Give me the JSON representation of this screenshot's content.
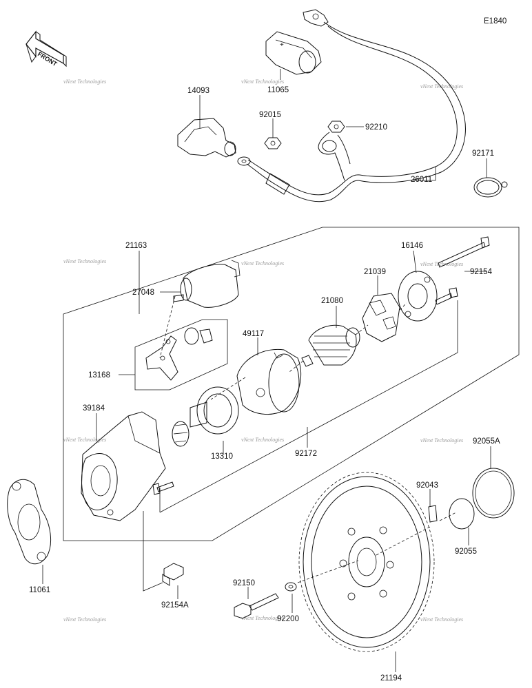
{
  "diagram_code": "E1840",
  "front_label": "FRONT",
  "watermark": "vNext Technologies",
  "labels": {
    "p11065": "11065",
    "p14093": "14093",
    "p92015": "92015",
    "p92210": "92210",
    "p92171": "92171",
    "p26011": "26011",
    "p21163": "21163",
    "p16146": "16146",
    "p92154": "92154",
    "p21039": "21039",
    "p27048": "27048",
    "p21080": "21080",
    "p49117": "49117",
    "p13168": "13168",
    "p39184": "39184",
    "p13310": "13310",
    "p92172": "92172",
    "p92055A": "92055A",
    "p92043": "92043",
    "p92055": "92055",
    "p11061": "11061",
    "p92150": "92150",
    "p92200": "92200",
    "p92154A": "92154A",
    "p21194": "21194"
  }
}
